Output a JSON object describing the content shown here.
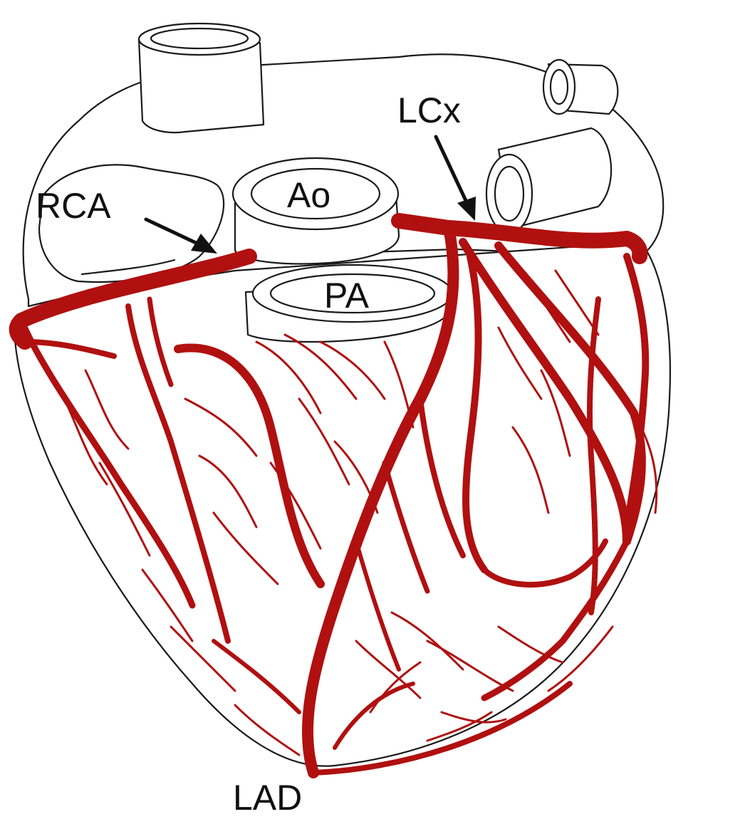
{
  "colors": {
    "artery": "#b01010",
    "outline": "#1a1a1a",
    "background": "#ffffff"
  },
  "labels": {
    "rca": "RCA",
    "lcx": "LCx",
    "ao": "Ao",
    "pa": "PA",
    "lad": "LAD"
  }
}
